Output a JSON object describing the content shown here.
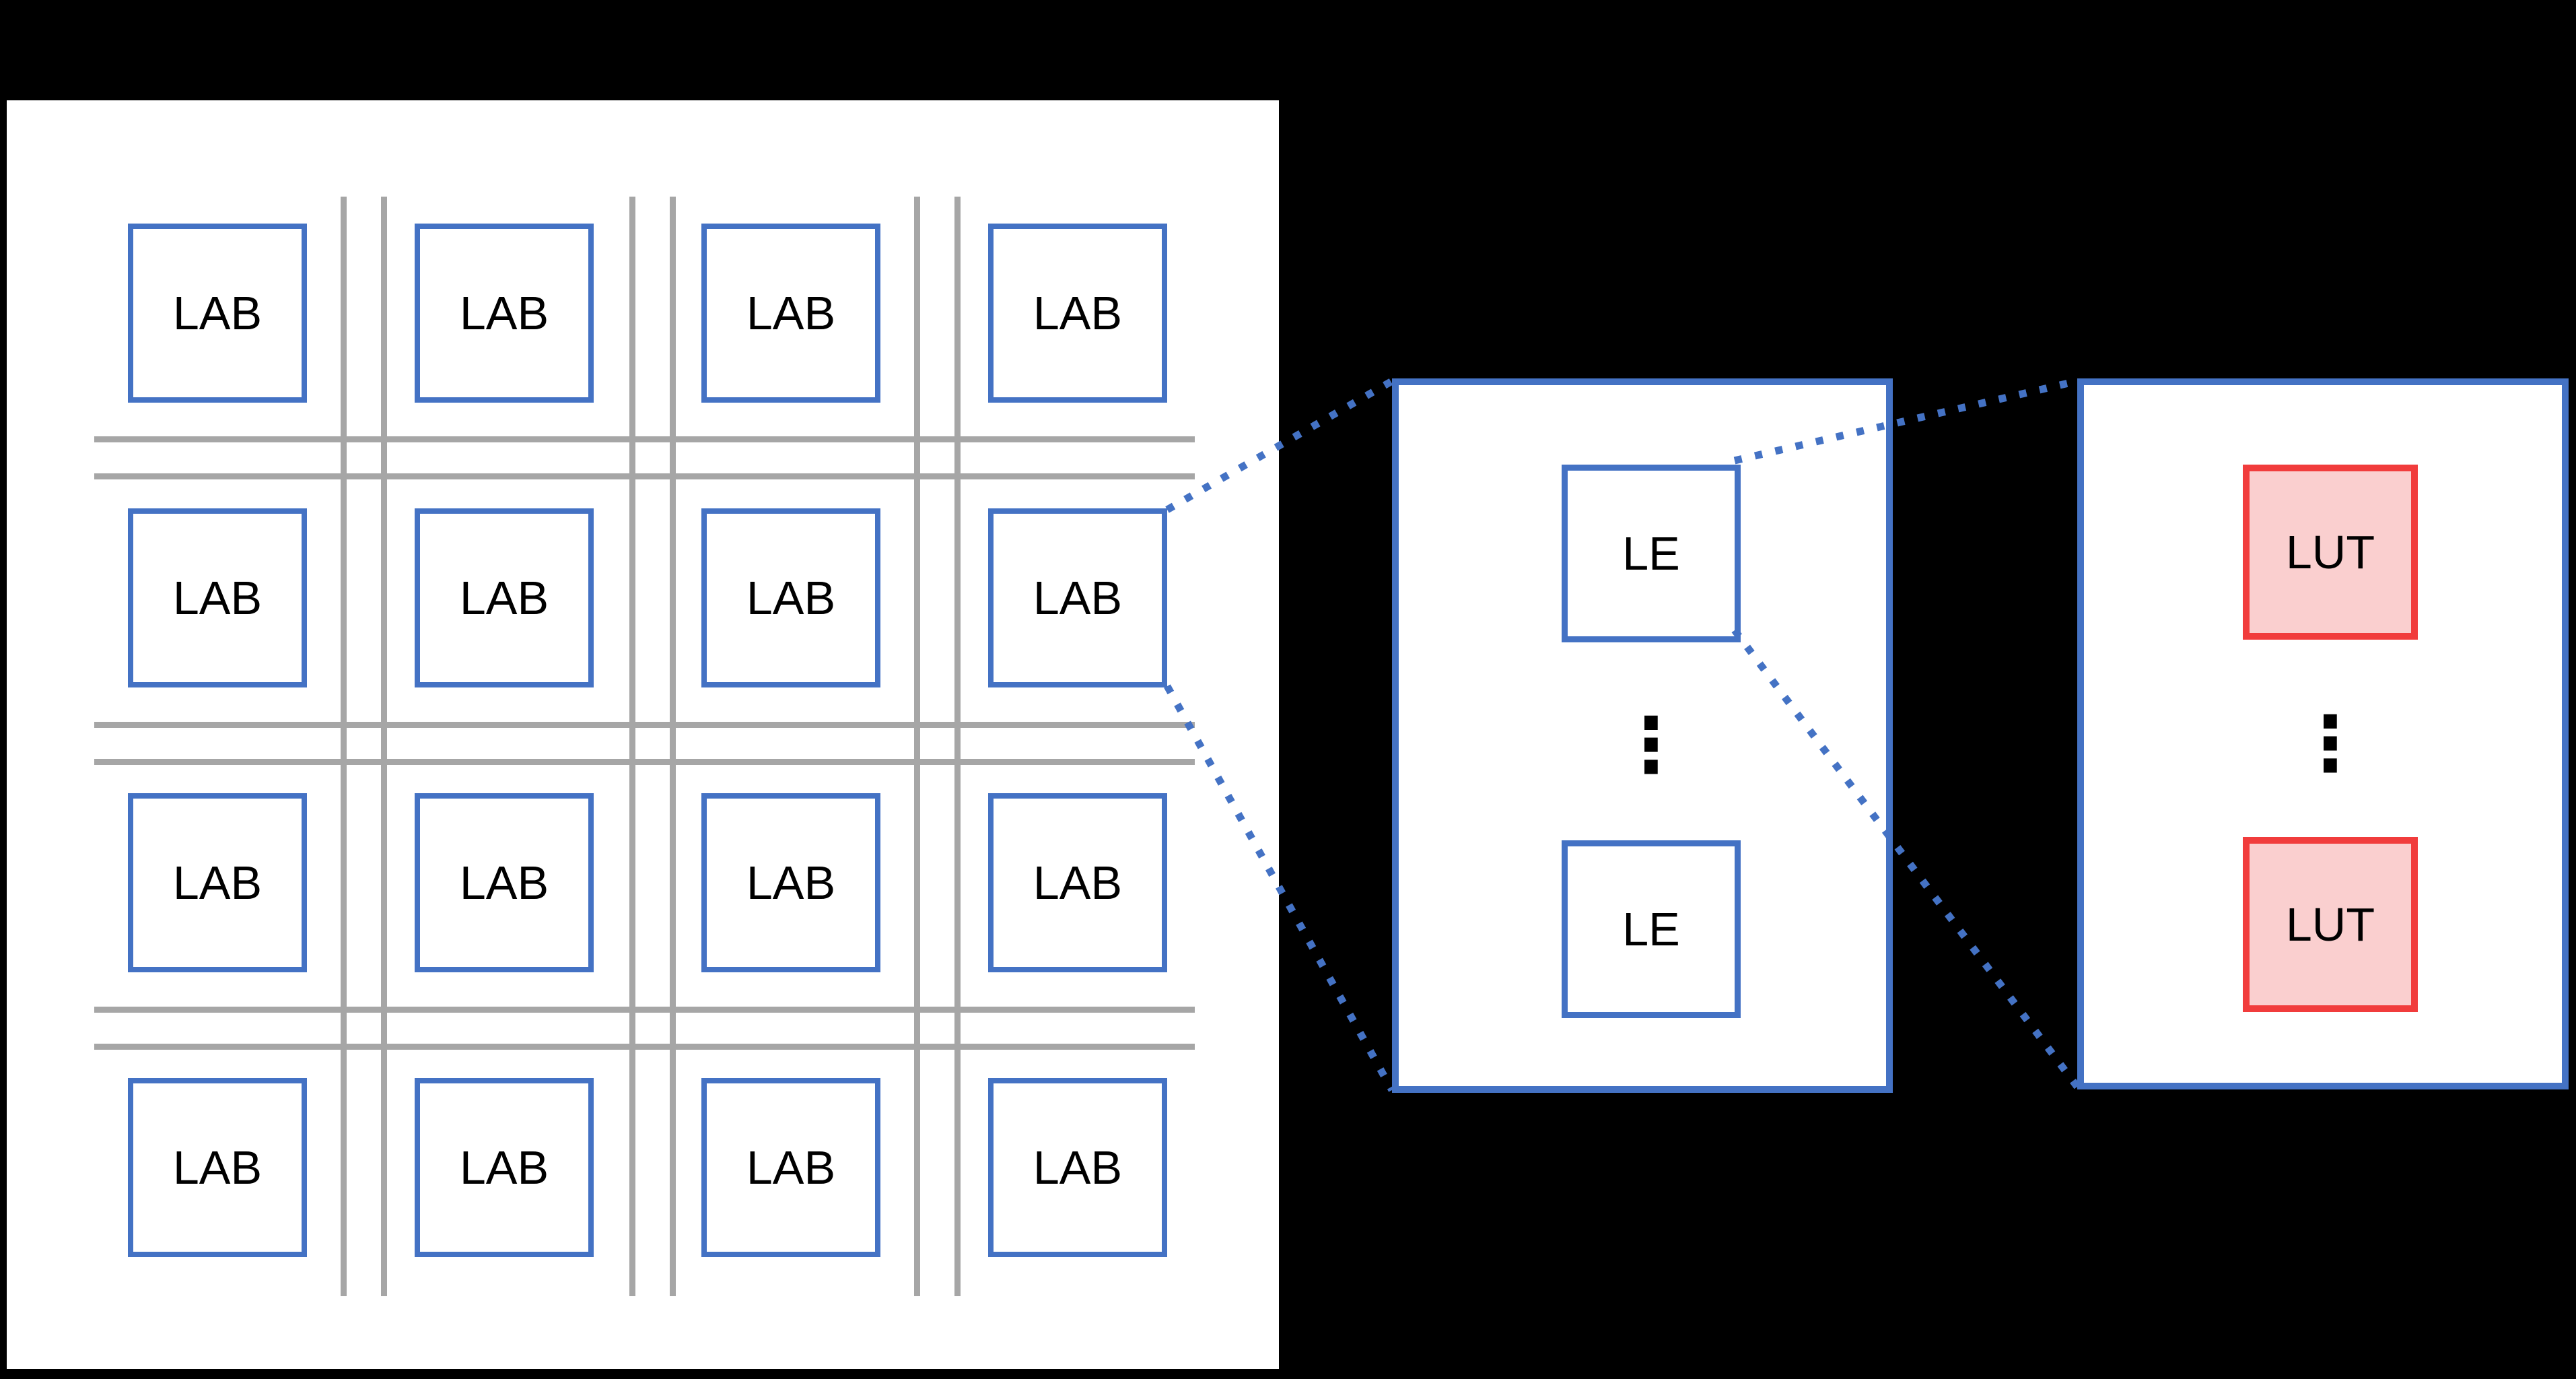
{
  "colors": {
    "background": "#000000",
    "panel_background": "#FFFFFF",
    "block_border_blue": "#4472C4",
    "routing_line_gray": "#A6A6A6",
    "lut_border_red": "#F13C3C",
    "lut_fill_pink": "#FACFCF",
    "text_black": "#000000"
  },
  "fpga_grid_panel": {
    "labs": [
      "LAB",
      "LAB",
      "LAB",
      "LAB",
      "LAB",
      "LAB",
      "LAB",
      "LAB",
      "LAB",
      "LAB",
      "LAB",
      "LAB",
      "LAB",
      "LAB",
      "LAB",
      "LAB"
    ]
  },
  "lab_detail_panel": {
    "top_block": "LE",
    "ellipsis": "⋮",
    "bottom_block": "LE"
  },
  "le_detail_panel": {
    "top_block": "LUT",
    "ellipsis": "⋮",
    "bottom_block": "LUT"
  }
}
